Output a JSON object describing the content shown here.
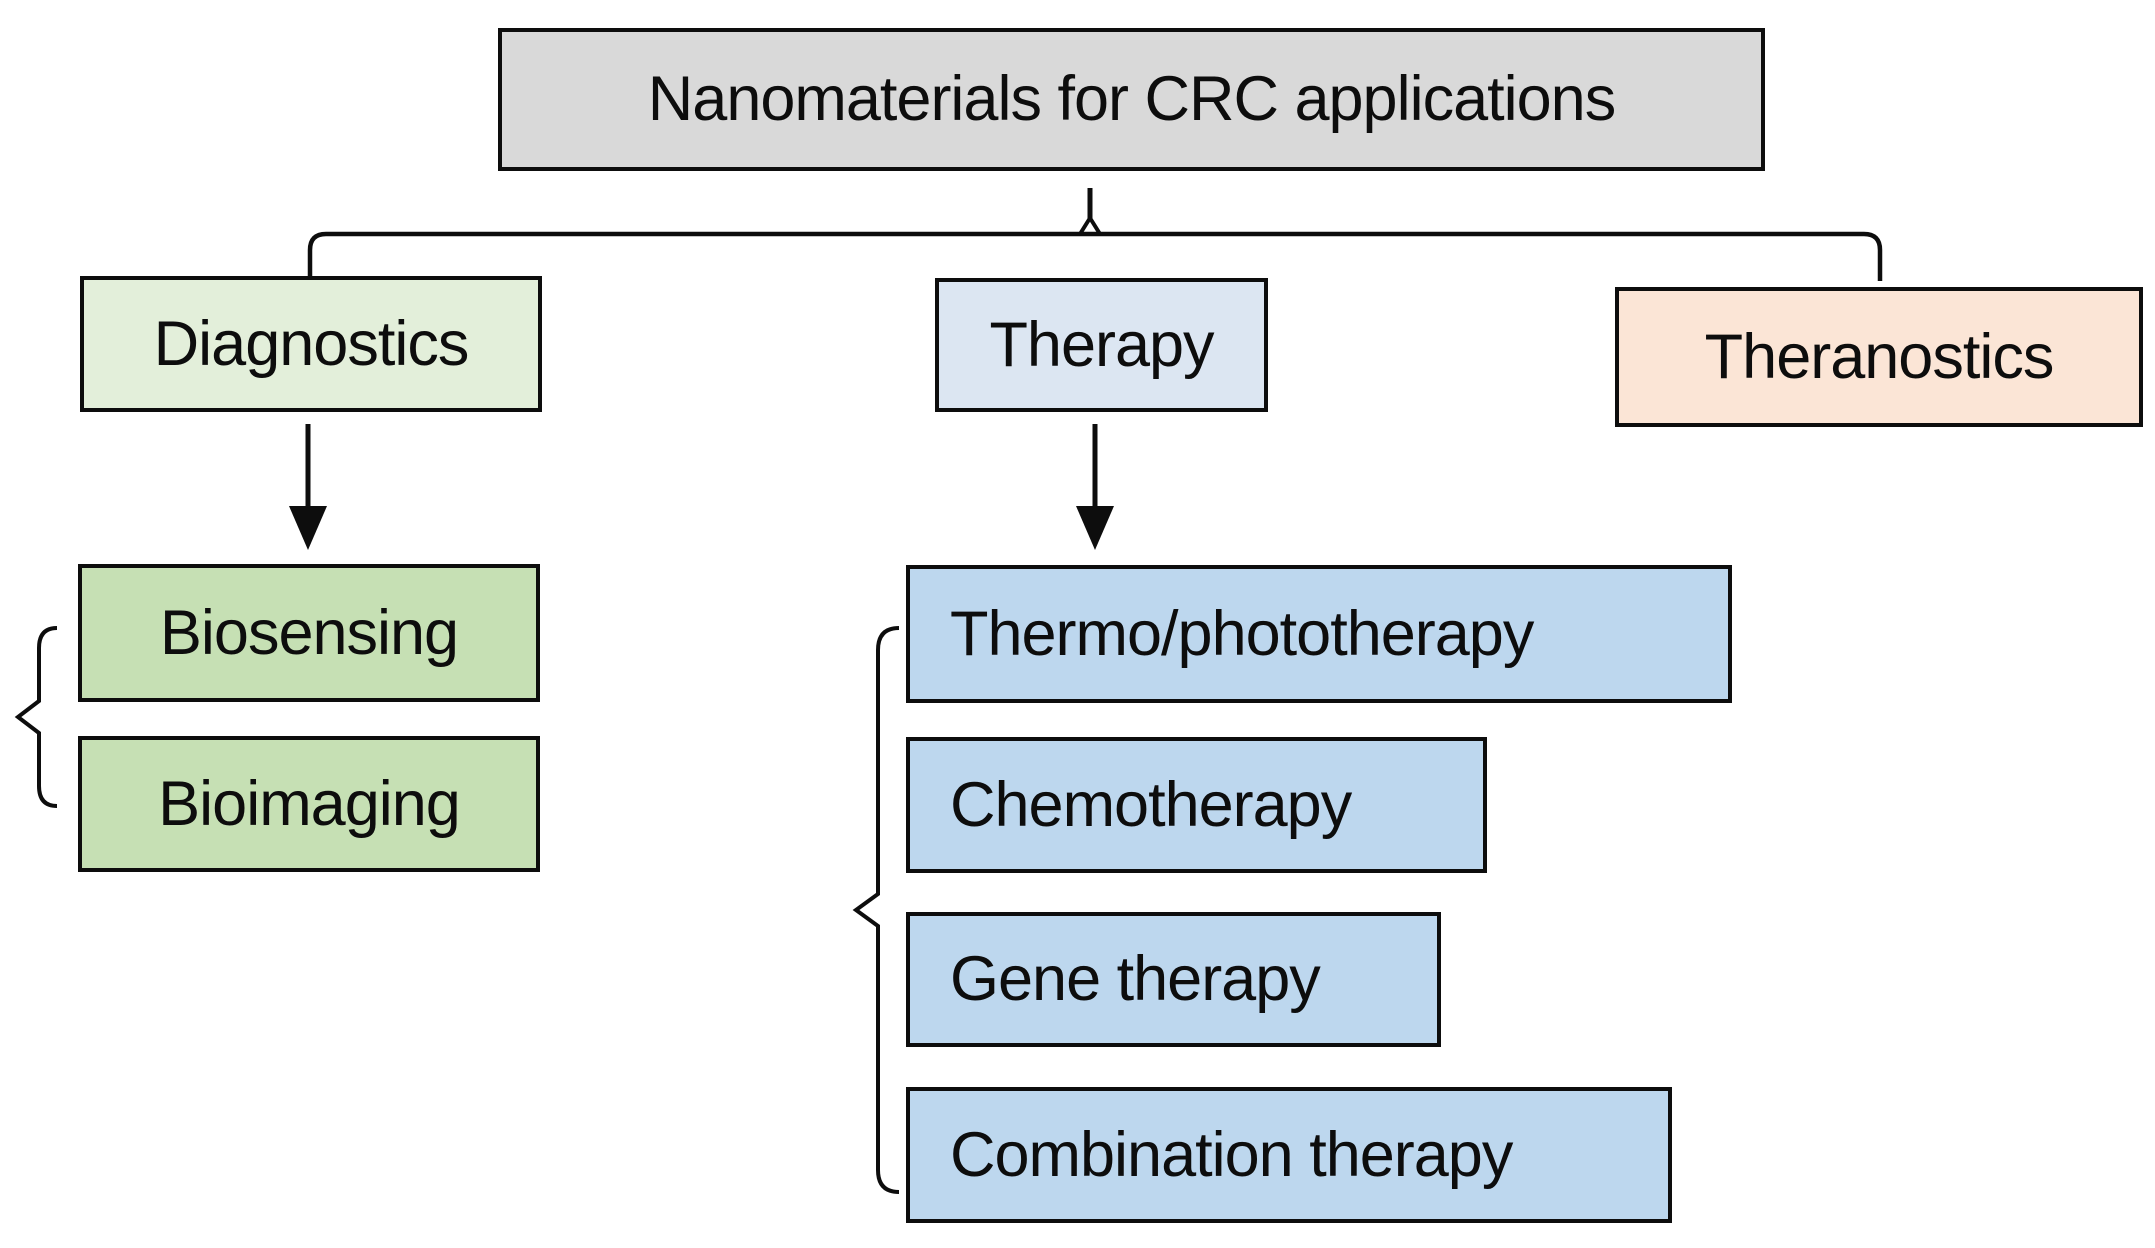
{
  "figure": {
    "title": "Nanomaterials for CRC applications flowchart",
    "type": "tree-diagram"
  },
  "nodes": {
    "root": "Nanomaterials for CRC applications",
    "diagnostics": "Diagnostics",
    "therapy": "Therapy",
    "theranostics": "Theranostics",
    "biosensing": "Biosensing",
    "bioimaging": "Bioimaging",
    "thermo": "Thermo/phototherapy",
    "chemo": "Chemotherapy",
    "gene": "Gene therapy",
    "combination": "Combination therapy"
  },
  "hierarchy": {
    "root": [
      "diagnostics",
      "therapy",
      "theranostics"
    ],
    "diagnostics_children": [
      "biosensing",
      "bioimaging"
    ],
    "therapy_children": [
      "thermo",
      "chemo",
      "gene",
      "combination"
    ],
    "theranostics_children": []
  },
  "colors": {
    "bg": "#ffffff",
    "ink": "#0d0d0d",
    "gray": "#d9d9d9",
    "lgreen": "#e3efda",
    "green": "#c6e0b4",
    "lblue": "#dce6f2",
    "blue": "#bdd7ee",
    "peach": "#fbe5d6"
  }
}
